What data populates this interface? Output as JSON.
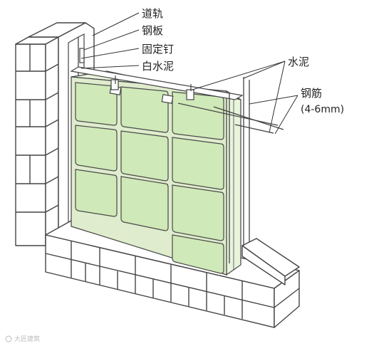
{
  "labels": {
    "track": "道轨",
    "steel_plate": "钢板",
    "fixing_nail": "固定钉",
    "white_cement": "白水泥",
    "cement": "水泥",
    "rebar": "钢筋",
    "rebar_spec": "(4-6mm)"
  },
  "watermark": "大匠建筑",
  "colors": {
    "block_fill": "#cfe9b8",
    "block_stroke": "#4a4a4a",
    "wall_fill": "#ffffff",
    "line": "#333333"
  }
}
